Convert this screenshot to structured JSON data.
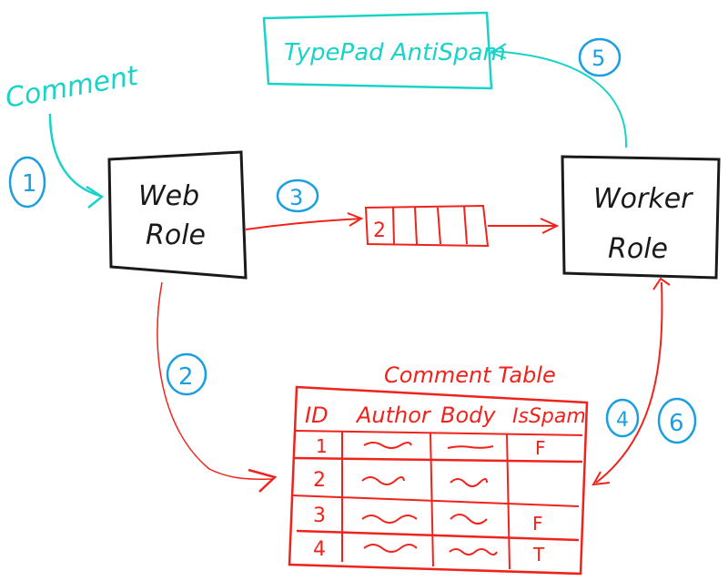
{
  "colors": {
    "cyan": "#19d3c8",
    "blue": "#1a9fe0",
    "red": "#f0231c",
    "black": "#1a1a1a"
  },
  "labels": {
    "comment": "Comment",
    "typepad": "TypePad AntiSpam",
    "web_role_line1": "Web",
    "web_role_line2": "Role",
    "worker_role_line1": "Worker",
    "worker_role_line2": "Role",
    "queue_item": "2",
    "table_title": "Comment Table"
  },
  "steps": [
    "1",
    "2",
    "3",
    "4",
    "5",
    "6"
  ],
  "table": {
    "headers": [
      "ID",
      "Author",
      "Body",
      "IsSpam"
    ],
    "rows": [
      {
        "id": "1",
        "author": "~~",
        "body": "~~",
        "isspam": "F"
      },
      {
        "id": "2",
        "author": "~~",
        "body": "~~",
        "isspam": ""
      },
      {
        "id": "3",
        "author": "~~",
        "body": "~~",
        "isspam": "F"
      },
      {
        "id": "4",
        "author": "~~",
        "body": "~~",
        "isspam": "T"
      }
    ]
  }
}
